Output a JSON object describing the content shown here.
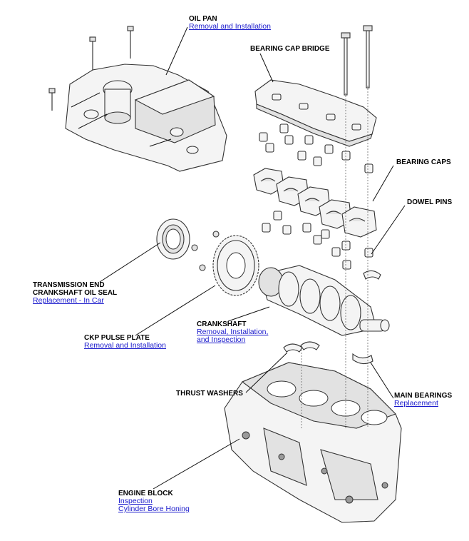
{
  "labels": {
    "oil_pan": {
      "title": "OIL PAN",
      "links": [
        "Removal and Installation"
      ]
    },
    "bearing_cap_bridge": {
      "title": "BEARING CAP BRIDGE"
    },
    "bearing_caps": {
      "title": "BEARING CAPS"
    },
    "dowel_pins": {
      "title": "DOWEL PINS"
    },
    "trans_seal": {
      "title_line1": "TRANSMISSION END",
      "title_line2": "CRANKSHAFT OIL SEAL",
      "links": [
        "Replacement - In Car"
      ]
    },
    "ckp": {
      "title": "CKP PULSE PLATE",
      "links": [
        "Removal and Installation"
      ]
    },
    "crankshaft": {
      "title": "CRANKSHAFT",
      "links": [
        "Removal, Installation,",
        "and Inspection"
      ]
    },
    "thrust_washers": {
      "title": "THRUST WASHERS"
    },
    "main_bearings": {
      "title": "MAIN BEARINGS",
      "links": [
        "Replacement"
      ]
    },
    "engine_block": {
      "title": "ENGINE BLOCK",
      "links": [
        "Inspection",
        "Cylinder Bore Honing"
      ]
    }
  },
  "colors": {
    "link": "#1a1acc",
    "text": "#000000",
    "part_fill": "#f4f4f4",
    "part_shade": "#cfcfcf"
  }
}
